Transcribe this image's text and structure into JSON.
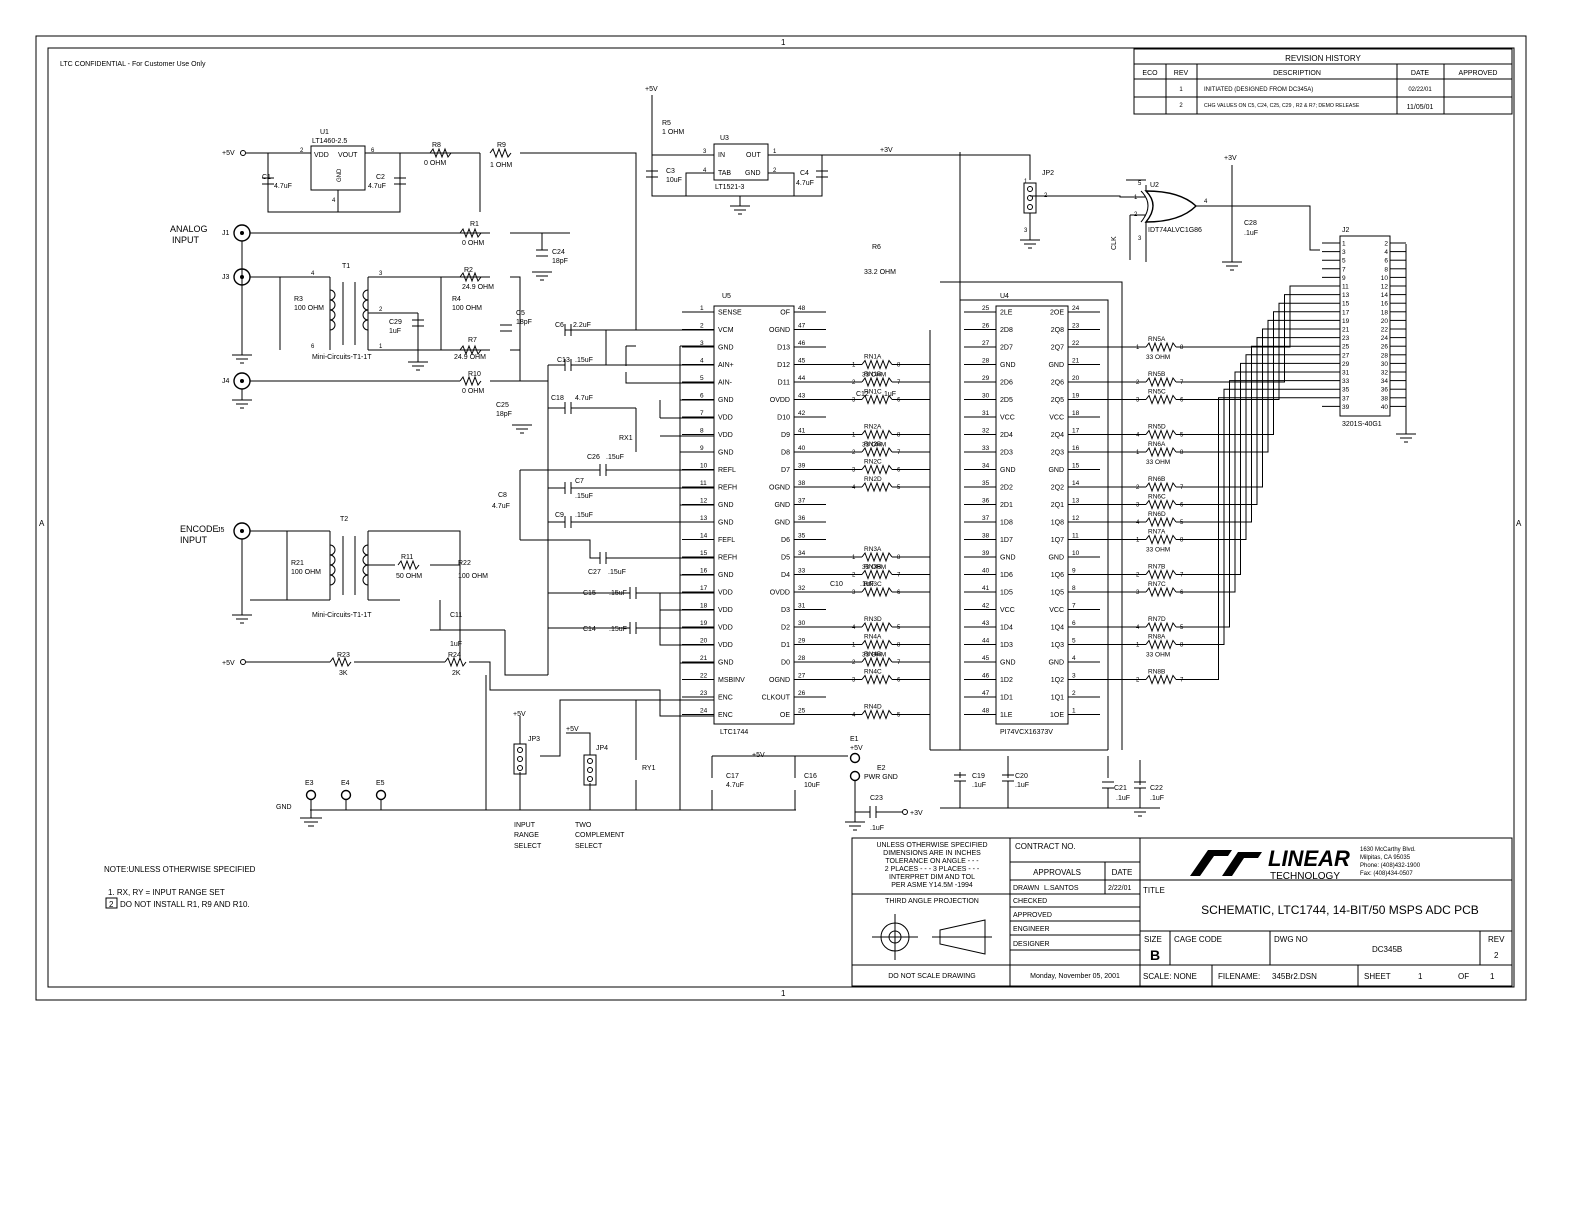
{
  "sheet": {
    "zone_top": "1",
    "zone_bottom": "1",
    "zone_left": "A",
    "zone_right": "A",
    "confidential": "LTC CONFIDENTIAL - For Customer Use Only"
  },
  "revision": {
    "title": "REVISION HISTORY",
    "headers": [
      "ECO",
      "REV",
      "DESCRIPTION",
      "DATE",
      "APPROVED"
    ],
    "rows": [
      {
        "eco": "",
        "rev": "1",
        "desc": "INITIATED (DESIGNED FROM DC345A)",
        "date": "02/22/01",
        "approved": ""
      },
      {
        "eco": "",
        "rev": "2",
        "desc": "CHG VALUES ON C5, C24, C25, C29 , R2 & R7; DEMO RELEASE",
        "date": "11/05/01",
        "approved": ""
      }
    ]
  },
  "inputs": {
    "analog": [
      "ANALOG",
      "INPUT"
    ],
    "encode": [
      "ENCODE",
      "INPUT"
    ],
    "vin5": "+5V",
    "vin5b": "+5V",
    "gnd": "GND"
  },
  "u1": {
    "ref": "U1",
    "part": "LT1460-2.5",
    "pins": [
      "VDD",
      "VOUT",
      "GND"
    ],
    "pin_nums": [
      "2",
      "6",
      "4"
    ]
  },
  "u3": {
    "ref": "U3",
    "part": "LT1521-3",
    "pins": [
      "IN",
      "OUT",
      "TAB",
      "GND"
    ],
    "pin_nums": [
      "3",
      "1",
      "4",
      "2"
    ],
    "rail": "+3V",
    "vin": "+5V"
  },
  "u2": {
    "ref": "U2",
    "part": "IDT74ALVC1G86",
    "pins": [
      "5",
      "1",
      "2",
      "3",
      "4"
    ],
    "rail": "+3V",
    "net": "CLK"
  },
  "jp2": {
    "ref": "JP2",
    "pins": [
      "1",
      "2",
      "3"
    ]
  },
  "u5": {
    "ref": "U5",
    "part": "LTC1744",
    "left": [
      {
        "n": "1",
        "name": "SENSE"
      },
      {
        "n": "2",
        "name": "VCM"
      },
      {
        "n": "3",
        "name": "GND"
      },
      {
        "n": "4",
        "name": "AIN+"
      },
      {
        "n": "5",
        "name": "AIN-"
      },
      {
        "n": "6",
        "name": "GND"
      },
      {
        "n": "7",
        "name": "VDD"
      },
      {
        "n": "8",
        "name": "VDD"
      },
      {
        "n": "9",
        "name": "GND"
      },
      {
        "n": "10",
        "name": "REFL"
      },
      {
        "n": "11",
        "name": "REFH"
      },
      {
        "n": "12",
        "name": "GND"
      },
      {
        "n": "13",
        "name": "GND"
      },
      {
        "n": "14",
        "name": "FEFL"
      },
      {
        "n": "15",
        "name": "REFH"
      },
      {
        "n": "16",
        "name": "GND"
      },
      {
        "n": "17",
        "name": "VDD"
      },
      {
        "n": "18",
        "name": "VDD"
      },
      {
        "n": "19",
        "name": "VDD"
      },
      {
        "n": "20",
        "name": "VDD"
      },
      {
        "n": "21",
        "name": "GND"
      },
      {
        "n": "22",
        "name": "MSBINV"
      },
      {
        "n": "23",
        "name": "ENC"
      },
      {
        "n": "24",
        "name": "ENC"
      }
    ],
    "right": [
      {
        "n": "48",
        "name": "OF"
      },
      {
        "n": "47",
        "name": "OGND"
      },
      {
        "n": "46",
        "name": "D13"
      },
      {
        "n": "45",
        "name": "D12"
      },
      {
        "n": "44",
        "name": "D11"
      },
      {
        "n": "43",
        "name": "OVDD"
      },
      {
        "n": "42",
        "name": "D10"
      },
      {
        "n": "41",
        "name": "D9"
      },
      {
        "n": "40",
        "name": "D8"
      },
      {
        "n": "39",
        "name": "D7"
      },
      {
        "n": "38",
        "name": "OGND"
      },
      {
        "n": "37",
        "name": "GND"
      },
      {
        "n": "36",
        "name": "GND"
      },
      {
        "n": "35",
        "name": "D6"
      },
      {
        "n": "34",
        "name": "D5"
      },
      {
        "n": "33",
        "name": "D4"
      },
      {
        "n": "32",
        "name": "OVDD"
      },
      {
        "n": "31",
        "name": "D3"
      },
      {
        "n": "30",
        "name": "D2"
      },
      {
        "n": "29",
        "name": "D1"
      },
      {
        "n": "28",
        "name": "D0"
      },
      {
        "n": "27",
        "name": "OGND"
      },
      {
        "n": "26",
        "name": "CLKOUT"
      },
      {
        "n": "25",
        "name": "OE"
      }
    ]
  },
  "u4": {
    "ref": "U4",
    "part": "PI74VCX16373V",
    "left": [
      {
        "n": "25",
        "name": "2LE"
      },
      {
        "n": "26",
        "name": "2D8"
      },
      {
        "n": "27",
        "name": "2D7"
      },
      {
        "n": "28",
        "name": "GND"
      },
      {
        "n": "29",
        "name": "2D6"
      },
      {
        "n": "30",
        "name": "2D5"
      },
      {
        "n": "31",
        "name": "VCC"
      },
      {
        "n": "32",
        "name": "2D4"
      },
      {
        "n": "33",
        "name": "2D3"
      },
      {
        "n": "34",
        "name": "GND"
      },
      {
        "n": "35",
        "name": "2D2"
      },
      {
        "n": "36",
        "name": "2D1"
      },
      {
        "n": "37",
        "name": "1D8"
      },
      {
        "n": "38",
        "name": "1D7"
      },
      {
        "n": "39",
        "name": "GND"
      },
      {
        "n": "40",
        "name": "1D6"
      },
      {
        "n": "41",
        "name": "1D5"
      },
      {
        "n": "42",
        "name": "VCC"
      },
      {
        "n": "43",
        "name": "1D4"
      },
      {
        "n": "44",
        "name": "1D3"
      },
      {
        "n": "45",
        "name": "GND"
      },
      {
        "n": "46",
        "name": "1D2"
      },
      {
        "n": "47",
        "name": "1D1"
      },
      {
        "n": "48",
        "name": "1LE"
      }
    ],
    "right": [
      {
        "n": "24",
        "name": "2OE"
      },
      {
        "n": "23",
        "name": "2Q8"
      },
      {
        "n": "22",
        "name": "2Q7"
      },
      {
        "n": "21",
        "name": "GND"
      },
      {
        "n": "20",
        "name": "2Q6"
      },
      {
        "n": "19",
        "name": "2Q5"
      },
      {
        "n": "18",
        "name": "VCC"
      },
      {
        "n": "17",
        "name": "2Q4"
      },
      {
        "n": "16",
        "name": "2Q3"
      },
      {
        "n": "15",
        "name": "GND"
      },
      {
        "n": "14",
        "name": "2Q2"
      },
      {
        "n": "13",
        "name": "2Q1"
      },
      {
        "n": "12",
        "name": "1Q8"
      },
      {
        "n": "11",
        "name": "1Q7"
      },
      {
        "n": "10",
        "name": "GND"
      },
      {
        "n": "9",
        "name": "1Q6"
      },
      {
        "n": "8",
        "name": "1Q5"
      },
      {
        "n": "7",
        "name": "VCC"
      },
      {
        "n": "6",
        "name": "1Q4"
      },
      {
        "n": "5",
        "name": "1Q3"
      },
      {
        "n": "4",
        "name": "GND"
      },
      {
        "n": "3",
        "name": "1Q2"
      },
      {
        "n": "2",
        "name": "1Q1"
      },
      {
        "n": "1",
        "name": "1OE"
      }
    ]
  },
  "j2": {
    "ref": "J2",
    "part": "3201S-40G1",
    "left": [
      "1",
      "3",
      "5",
      "7",
      "9",
      "11",
      "13",
      "15",
      "17",
      "19",
      "21",
      "23",
      "25",
      "27",
      "29",
      "31",
      "33",
      "35",
      "37",
      "39"
    ],
    "right": [
      "2",
      "4",
      "6",
      "8",
      "10",
      "12",
      "14",
      "16",
      "18",
      "20",
      "22",
      "24",
      "26",
      "28",
      "30",
      "32",
      "34",
      "36",
      "38",
      "40"
    ]
  },
  "components": {
    "r8": [
      "R8",
      "0 OHM"
    ],
    "r9": [
      "R9",
      "1 OHM"
    ],
    "r1": [
      "R1",
      "0 OHM"
    ],
    "r2": [
      "R2",
      "24.9 OHM"
    ],
    "r3": [
      "R3",
      "100 OHM"
    ],
    "r4": [
      "R4",
      "100 OHM"
    ],
    "r7": [
      "R7",
      "24.9 OHM"
    ],
    "r10": [
      "R10",
      "0 OHM"
    ],
    "r5": [
      "R5",
      "1 OHM"
    ],
    "r6": [
      "R6",
      "33.2 OHM"
    ],
    "r11": [
      "R11",
      "50 OHM"
    ],
    "r21": [
      "R21",
      "100 OHM"
    ],
    "r22": [
      "R22",
      "100 OHM"
    ],
    "r23": [
      "R23",
      "3K"
    ],
    "r24": [
      "R24",
      "2K"
    ],
    "rx1": [
      "RX1"
    ],
    "ry1": [
      "RY1"
    ],
    "c1": [
      "C1",
      "4.7uF"
    ],
    "c2": [
      "C2",
      "4.7uF"
    ],
    "c3": [
      "C3",
      "10uF"
    ],
    "c4": [
      "C4",
      "4.7uF"
    ],
    "c24": [
      "C24",
      "18pF"
    ],
    "c5": [
      "C5",
      "18pF"
    ],
    "c29": [
      "C29",
      "1uF"
    ],
    "c25": [
      "C25",
      "18pF"
    ],
    "c6": [
      "C6",
      "2.2uF"
    ],
    "c13": [
      "C13",
      ".15uF"
    ],
    "c18": [
      "C18",
      "4.7uF"
    ],
    "c26": [
      "C26",
      ".15uF"
    ],
    "c7": [
      "C7",
      ".15uF"
    ],
    "c8": [
      "C8",
      "4.7uF"
    ],
    "c9": [
      "C9",
      ".15uF"
    ],
    "c27": [
      "C27",
      ".15uF"
    ],
    "c15": [
      "C15",
      ".15uF"
    ],
    "c14": [
      "C14",
      ".15uF"
    ],
    "c11": [
      "C11",
      "1uF"
    ],
    "c12": [
      "C12",
      ".1uF"
    ],
    "c10": [
      "C10",
      ".1uF"
    ],
    "c17": [
      "C17",
      "4.7uF"
    ],
    "c16": [
      "C16",
      "10uF"
    ],
    "c19": [
      "C19",
      ".1uF"
    ],
    "c20": [
      "C20",
      ".1uF"
    ],
    "c21": [
      "C21",
      ".1uF"
    ],
    "c22": [
      "C22",
      ".1uF"
    ],
    "c23": [
      "C23",
      ".1uF"
    ],
    "c28": [
      "C28",
      ".1uF"
    ],
    "t1": [
      "T1",
      "Mini-Circuits-T1-1T"
    ],
    "t2": [
      "T2",
      "Mini-Circuits-T1-1T"
    ],
    "j1": "J1",
    "j3": "J3",
    "j4": "J4",
    "j5": "J5",
    "jp3": "JP3",
    "jp4": "JP4",
    "e1": [
      "E1",
      "+5V"
    ],
    "e2": [
      "E2",
      "PWR GND"
    ],
    "e3": "E3",
    "e4": "E4",
    "e5": "E5",
    "plus3v_out": "+3V",
    "plus5v_bus": "+5V"
  },
  "rn_u5": [
    {
      "ref": "RN1A",
      "a": "1",
      "b": "8"
    },
    {
      "ref": "RN1B",
      "a": "2",
      "b": "7"
    },
    {
      "ref": "RN1C",
      "a": "3",
      "b": "6"
    },
    {
      "ref": "RN2A",
      "a": "1",
      "b": "8"
    },
    {
      "ref": "RN2B",
      "a": "2",
      "b": "7"
    },
    {
      "ref": "RN2C",
      "a": "3",
      "b": "6"
    },
    {
      "ref": "RN2D",
      "a": "4",
      "b": "5"
    },
    {
      "ref": "RN3A",
      "a": "1",
      "b": "8"
    },
    {
      "ref": "RN3B",
      "a": "2",
      "b": "7"
    },
    {
      "ref": "RN3C",
      "a": "3",
      "b": "6"
    },
    {
      "ref": "RN3D",
      "a": "4",
      "b": "5"
    },
    {
      "ref": "RN4A",
      "a": "1",
      "b": "8"
    },
    {
      "ref": "RN4B",
      "a": "2",
      "b": "7"
    },
    {
      "ref": "RN4C",
      "a": "3",
      "b": "6"
    },
    {
      "ref": "RN4D",
      "a": "4",
      "b": "5"
    }
  ],
  "rn_u4": [
    {
      "ref": "RN5A",
      "a": "1",
      "b": "8"
    },
    {
      "ref": "RN5B",
      "a": "2",
      "b": "7"
    },
    {
      "ref": "RN5C",
      "a": "3",
      "b": "6"
    },
    {
      "ref": "RN5D",
      "a": "4",
      "b": "5"
    },
    {
      "ref": "RN6A",
      "a": "1",
      "b": "8"
    },
    {
      "ref": "RN6B",
      "a": "2",
      "b": "7"
    },
    {
      "ref": "RN6C",
      "a": "3",
      "b": "6"
    },
    {
      "ref": "RN6D",
      "a": "4",
      "b": "5"
    },
    {
      "ref": "RN7A",
      "a": "1",
      "b": "8"
    },
    {
      "ref": "RN7B",
      "a": "2",
      "b": "7"
    },
    {
      "ref": "RN7C",
      "a": "3",
      "b": "6"
    },
    {
      "ref": "RN7D",
      "a": "4",
      "b": "5"
    },
    {
      "ref": "RN8A",
      "a": "1",
      "b": "8"
    },
    {
      "ref": "RN8B",
      "a": "2",
      "b": "7"
    }
  ],
  "rn_value": "33 OHM",
  "jumpers": {
    "jp3_label": [
      "INPUT",
      "RANGE",
      "SELECT"
    ],
    "jp4_label": [
      "TWO",
      "COMPLEMENT",
      "SELECT"
    ]
  },
  "notes": {
    "title": "NOTE:UNLESS OTHERWISE SPECIFIED",
    "n1": "1. RX, RY = INPUT RANGE SET",
    "n2_flag": "2",
    "n2": "DO NOT INSTALL R1, R9 AND R10."
  },
  "titleblock": {
    "tolerance": [
      "UNLESS OTHERWISE SPECIFIED",
      "DIMENSIONS ARE IN INCHES",
      "TOLERANCE ON ANGLE - - -",
      "2 PLACES - - -    3 PLACES - - -",
      "INTERPRET DIM AND TOL",
      "PER ASME Y14.5M -1994"
    ],
    "third_angle": "THIRD ANGLE PROJECTION",
    "no_scale": "DO NOT SCALE DRAWING",
    "contract": "CONTRACT NO.",
    "approvals": "APPROVALS",
    "date_hdr": "DATE",
    "drawn": "DRAWN",
    "drawn_by": "L.SANTOS",
    "drawn_date": "2/22/01",
    "checked": "CHECKED",
    "approved": "APPROVED",
    "engineer": "ENGINEER",
    "designer": "DESIGNER",
    "plot_date": "Monday, November 05, 2001",
    "company": "LINEAR",
    "company_sub": "TECHNOLOGY",
    "address": [
      "1630 McCarthy Blvd.",
      "Milpitas, CA 95035",
      "Phone: (408)432-1900",
      "Fax: (408)434-0507"
    ],
    "title_lbl": "TITLE",
    "title": "SCHEMATIC, LTC1744, 14-BIT/50 MSPS ADC PCB",
    "size_lbl": "SIZE",
    "size": "B",
    "cage_lbl": "CAGE CODE",
    "dwg_lbl": "DWG NO",
    "dwg": "DC345B",
    "rev_lbl": "REV",
    "rev": "2",
    "scale_lbl": "SCALE: NONE",
    "filename_lbl": "FILENAME:",
    "filename": "345Br2.DSN",
    "sheet_lbl": "SHEET",
    "sheet": "1",
    "of_lbl": "OF",
    "of": "1"
  }
}
